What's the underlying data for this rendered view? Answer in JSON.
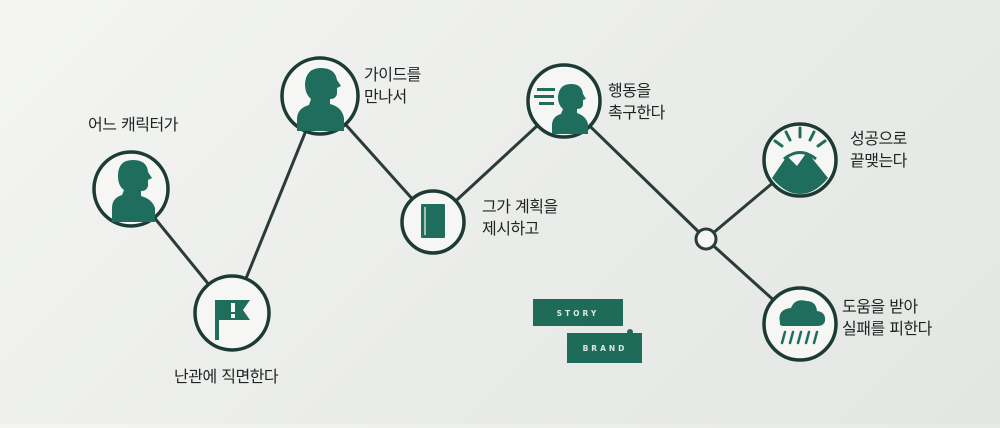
{
  "steps": [
    {
      "key": "character",
      "label": "어느 캐릭터가",
      "icon": "person-profile-icon"
    },
    {
      "key": "problem",
      "label": "난관에 직면한다",
      "icon": "warning-flag-icon"
    },
    {
      "key": "guide",
      "label": "가이드를\n만나서",
      "icon": "guide-profile-icon"
    },
    {
      "key": "plan",
      "label": "그가 계획을\n제시하고",
      "icon": "plan-book-icon"
    },
    {
      "key": "action",
      "label": "행동을\n촉구한다",
      "icon": "call-to-action-icon"
    },
    {
      "key": "success",
      "label": "성공으로\n끝맺는다",
      "icon": "sunrise-mountain-icon"
    },
    {
      "key": "failure",
      "label": "도움을 받아\n실패를 피한다",
      "icon": "storm-cloud-icon"
    }
  ],
  "branding": {
    "top_word": "STORY",
    "bottom_word": "BRAND"
  },
  "colors": {
    "accent": "#1f6d5c",
    "line": "#2b3b37",
    "background": "#eef0ed"
  }
}
